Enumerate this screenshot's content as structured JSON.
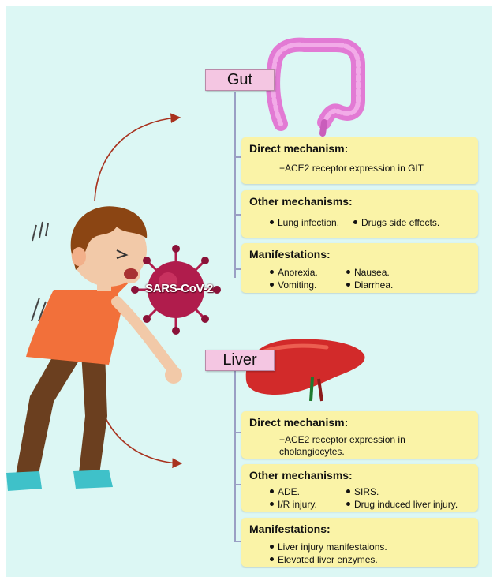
{
  "virus": {
    "label": "SARS-CoV-2"
  },
  "gut": {
    "title": "Gut",
    "direct": {
      "title": "Direct mechanism:",
      "lines": [
        "+ACE2 receptor expression in GIT."
      ]
    },
    "other": {
      "title": "Other mechanisms:",
      "items": [
        "Lung infection.",
        "Drugs side effects."
      ]
    },
    "manifest": {
      "title": "Manifestations:",
      "items": [
        "Anorexia.",
        "Nausea.",
        "Vomiting.",
        "Diarrhea."
      ]
    }
  },
  "liver": {
    "title": "Liver",
    "direct": {
      "title": "Direct mechanism:",
      "lines": [
        "+ACE2 receptor expression in",
        "cholangiocytes."
      ]
    },
    "other": {
      "title": "Other mechanisms:",
      "items": [
        "ADE.",
        "SIRS.",
        "I/R injury.",
        "Drug induced liver injury."
      ]
    },
    "manifest": {
      "title": "Manifestations:",
      "items": [
        "Liver injury manifestaions.",
        "Elevated liver enzymes."
      ]
    }
  },
  "colors": {
    "background": "#dcf7f4",
    "label_tag": "#f4c6e2",
    "card": "#faf3a7",
    "arrow": "#a8321e",
    "virus": "#b01c4c",
    "liver": "#d22a2a",
    "colon": "#e27ad4"
  },
  "icons": [
    "colon-illustration",
    "liver-illustration",
    "virus-illustration",
    "coughing-boy-illustration",
    "curved-arrow"
  ]
}
